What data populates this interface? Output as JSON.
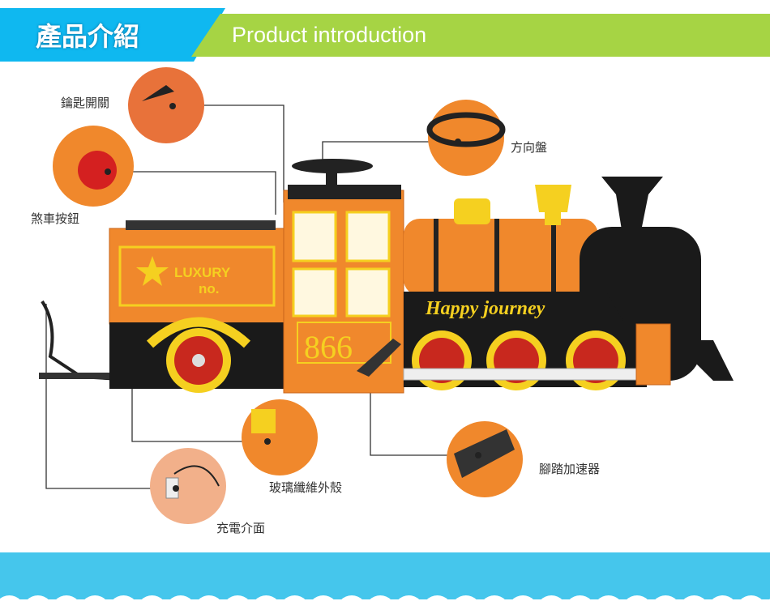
{
  "header": {
    "title_zh": "產品介紹",
    "title_en": "Product introduction"
  },
  "train": {
    "panel_line1": "LUXURY",
    "panel_line2": "no.",
    "number": "866",
    "banner": "Happy journey"
  },
  "callouts": [
    {
      "label": "鑰匙開關"
    },
    {
      "label": "煞車按鈕"
    },
    {
      "label": "方向盤"
    },
    {
      "label": "玻璃纖維外殼"
    },
    {
      "label": "充電介面"
    },
    {
      "label": "腳踏加速器"
    }
  ],
  "colors": {
    "blue": "#0fb8f0",
    "green": "#a6d444",
    "orange": "#f0882c",
    "band": "#45c6ec"
  }
}
